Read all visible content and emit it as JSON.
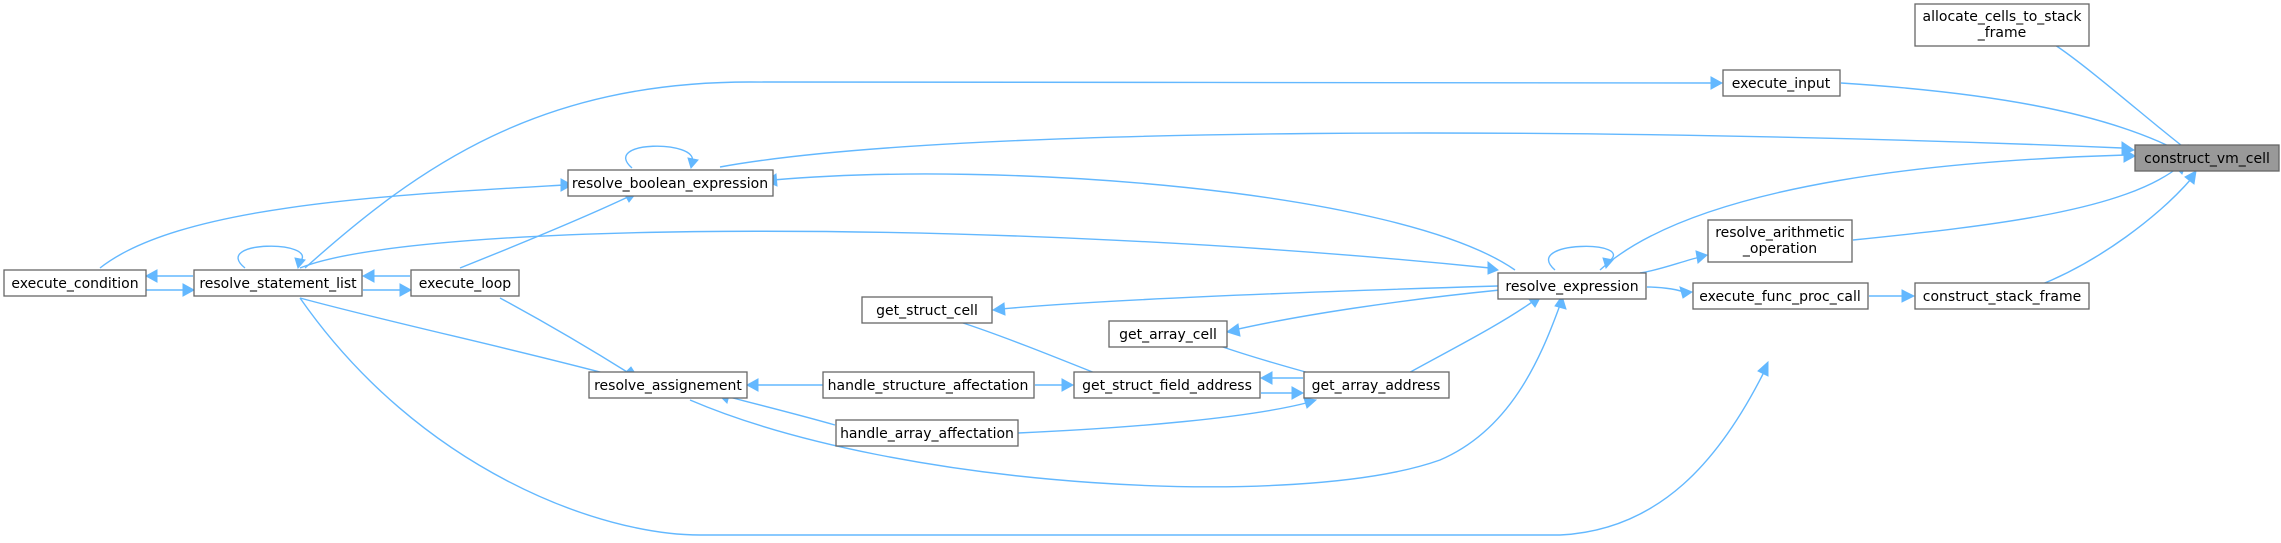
{
  "nodes": {
    "construct_vm_cell": [
      "construct_vm_cell"
    ],
    "allocate_cells_to_stack_frame": [
      "allocate_cells_to_stack",
      "_frame"
    ],
    "execute_input": [
      "execute_input"
    ],
    "resolve_boolean_expression": [
      "resolve_boolean_expression"
    ],
    "resolve_arithmetic_operation": [
      "resolve_arithmetic",
      "_operation"
    ],
    "resolve_expression": [
      "resolve_expression"
    ],
    "execute_func_proc_call": [
      "execute_func_proc_call"
    ],
    "construct_stack_frame": [
      "construct_stack_frame"
    ],
    "execute_condition": [
      "execute_condition"
    ],
    "resolve_statement_list": [
      "resolve_statement_list"
    ],
    "execute_loop": [
      "execute_loop"
    ],
    "get_struct_cell": [
      "get_struct_cell"
    ],
    "get_array_cell": [
      "get_array_cell"
    ],
    "resolve_assignement": [
      "resolve_assignement"
    ],
    "handle_structure_affectation": [
      "handle_structure_affectation"
    ],
    "get_struct_field_address": [
      "get_struct_field_address"
    ],
    "get_array_address": [
      "get_array_address"
    ],
    "handle_array_affectation": [
      "handle_array_affectation"
    ]
  },
  "colors": {
    "edge": "#63b8ff",
    "node_border": "#666666",
    "focus_fill": "#999999",
    "node_fill": "#ffffff"
  }
}
